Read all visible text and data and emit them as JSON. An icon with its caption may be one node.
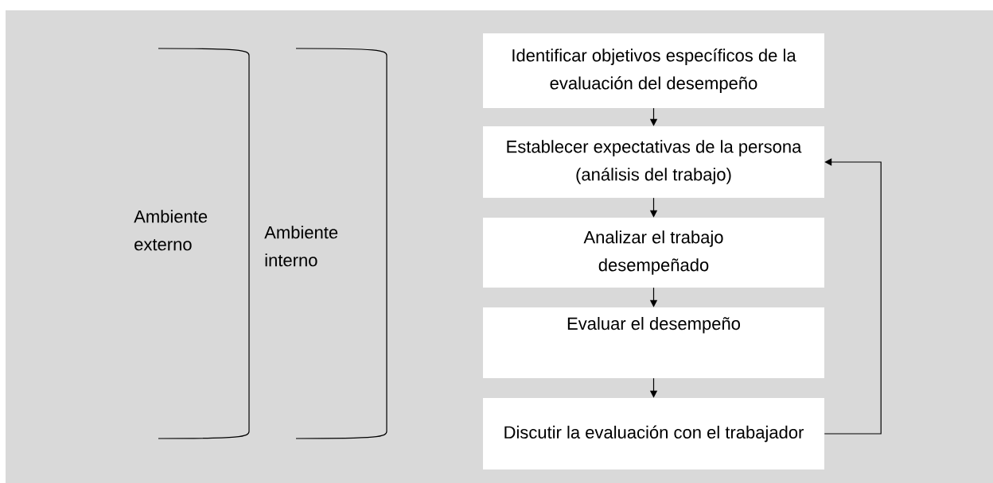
{
  "diagram": {
    "nodes": [
      {
        "text": [
          "Identificar objetivos específicos de la evaluación del desempeño"
        ]
      },
      {
        "text": [
          "Establecer expectativas de la persona (análisis del trabajo)"
        ]
      },
      {
        "text": [
          "Analizar el trabajo desempeñado"
        ]
      },
      {
        "text": [
          "Evaluar el desempeño"
        ]
      },
      {
        "text": [
          "Discutir la evaluación con el trabajador"
        ]
      }
    ],
    "edges": [
      {
        "from": 0,
        "to": 1,
        "arrow": "to"
      },
      {
        "from": 1,
        "to": 2,
        "arrow": "to"
      },
      {
        "from": 2,
        "to": 3,
        "arrow": "to"
      },
      {
        "from": 3,
        "to": 4,
        "arrow": "to"
      },
      {
        "from": 4,
        "to": 1,
        "arrow": "to"
      }
    ],
    "labels": [
      "Ambiente externo",
      "Ambiente interno"
    ]
  }
}
